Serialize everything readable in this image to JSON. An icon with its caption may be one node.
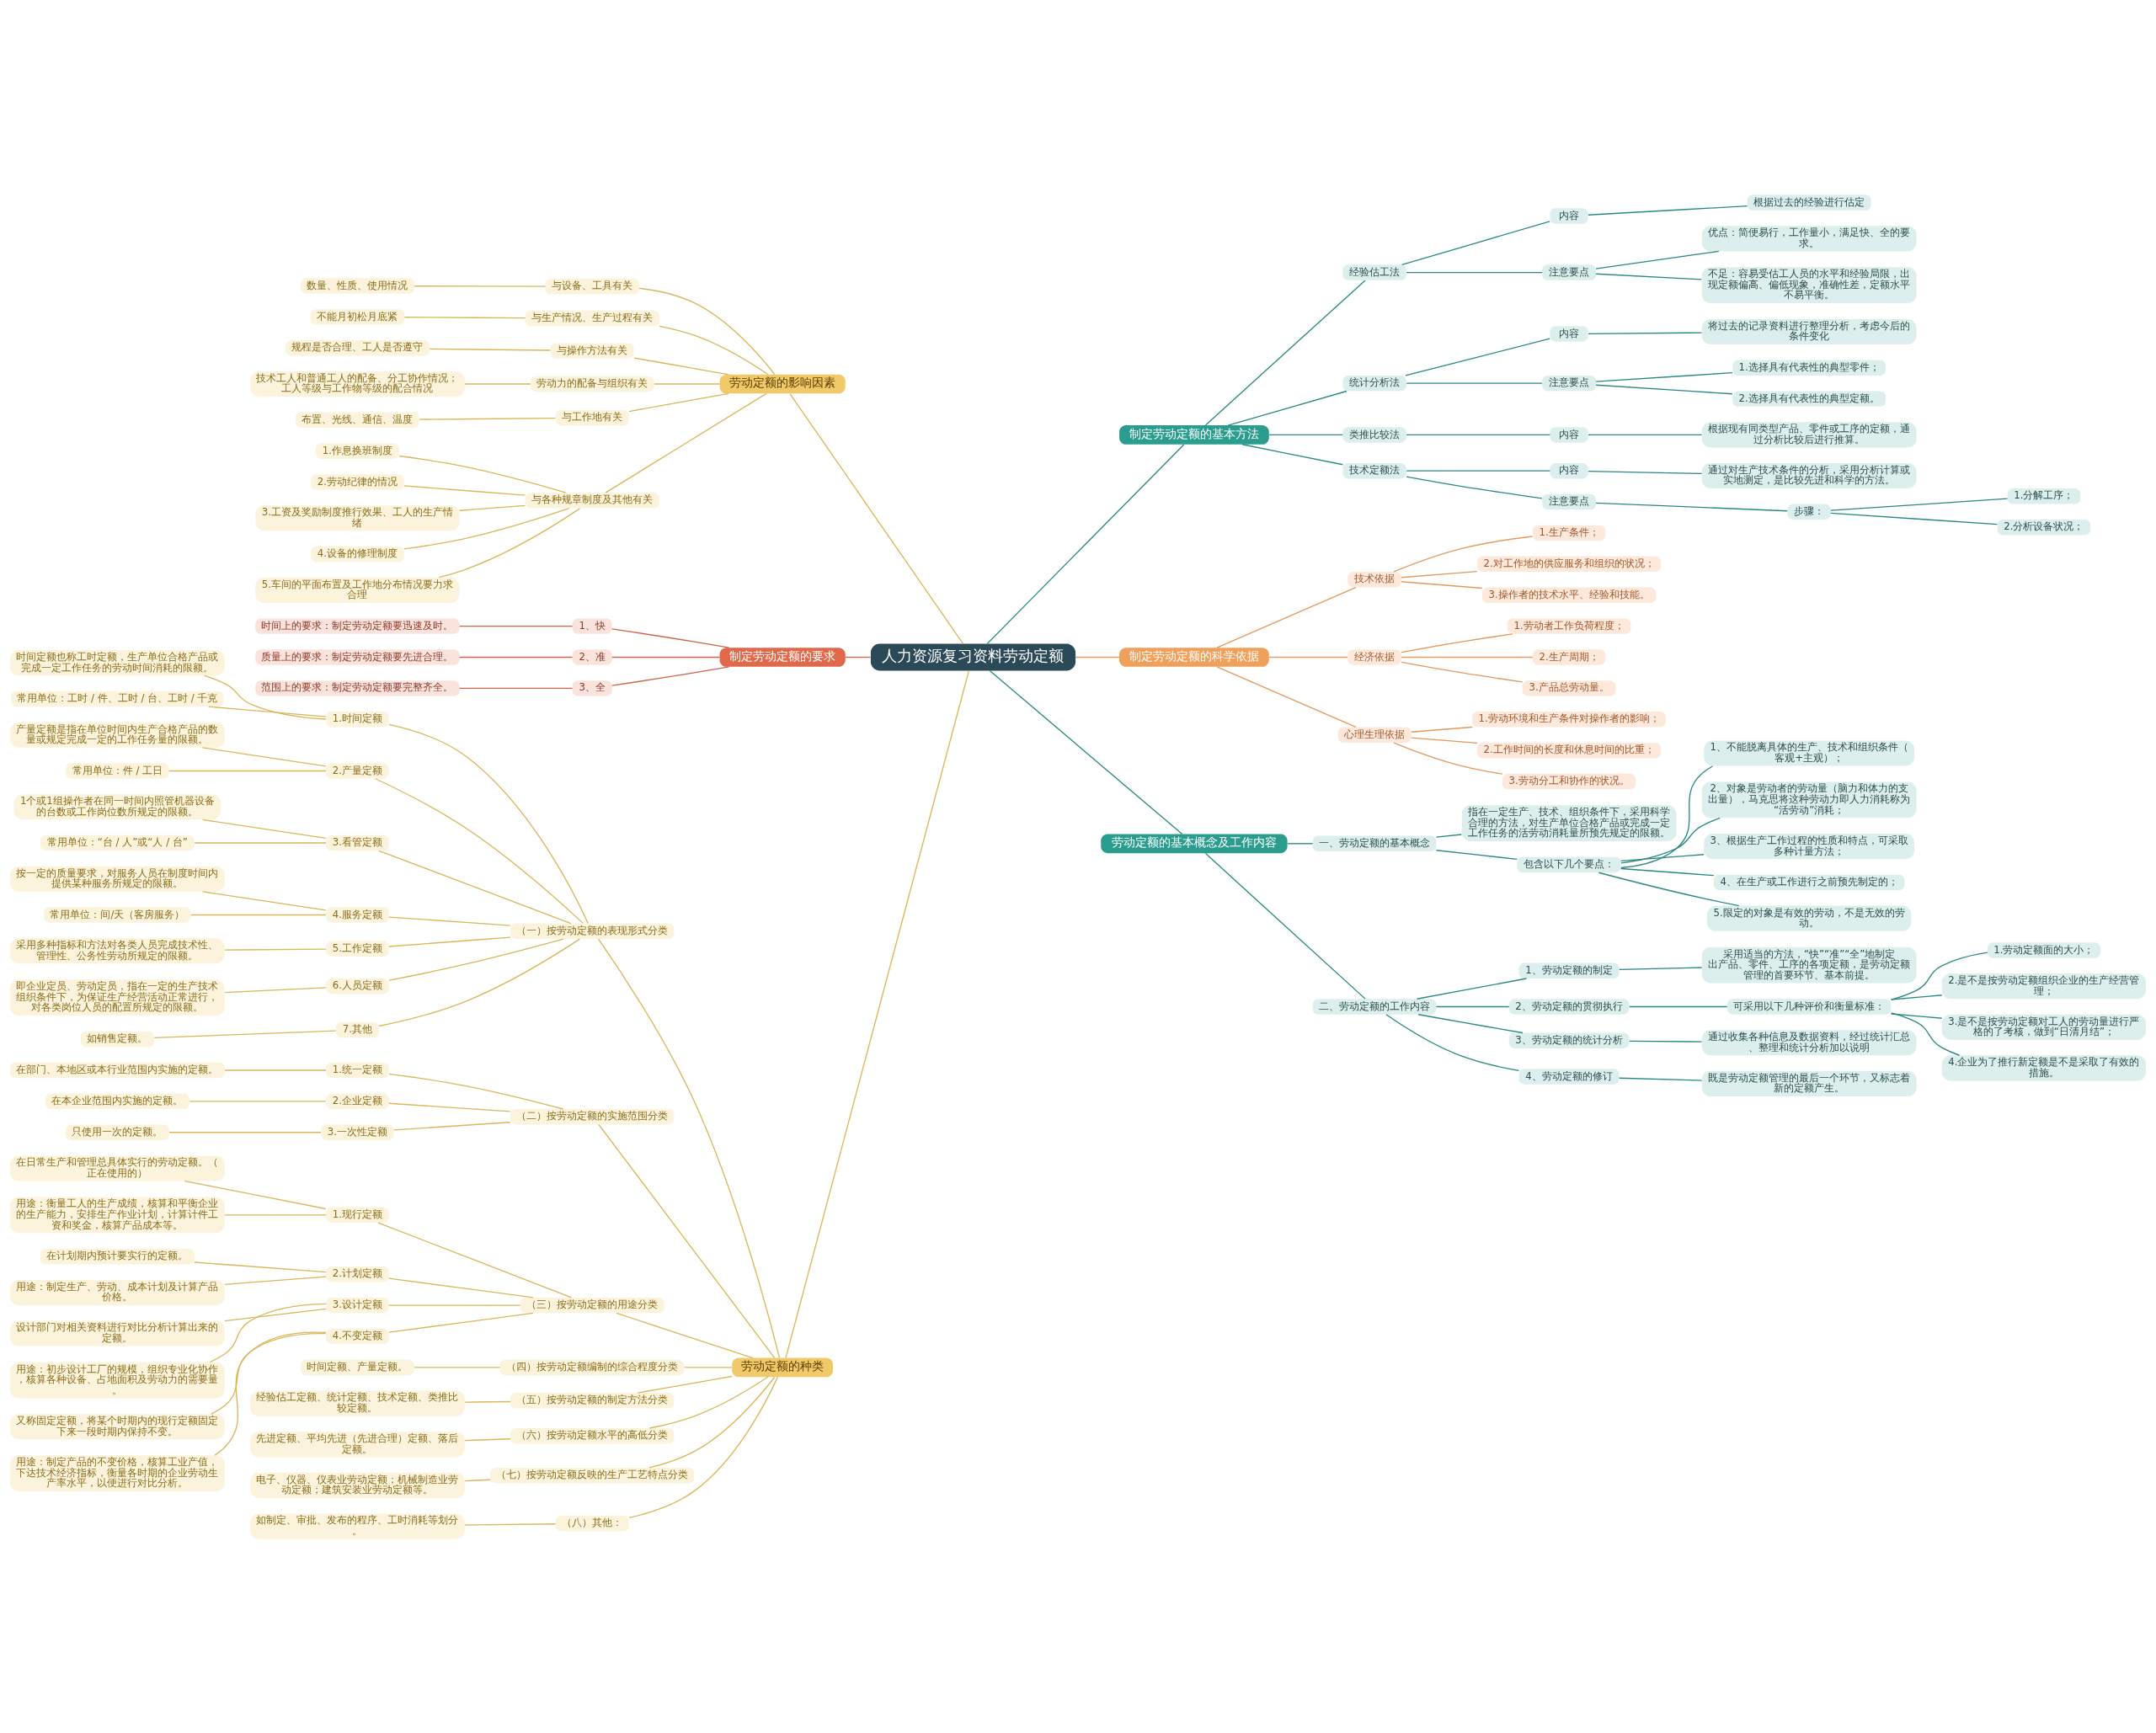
{
  "diagram": {
    "nodes": [
      {
        "text": [
          "人力资源复习资料劳动定额"
        ]
      },
      {
        "text": [
          "劳动定额的影响因素"
        ]
      },
      {
        "text": [
          "与设备、工具有关"
        ]
      },
      {
        "text": [
          "数量、性质、使用情况"
        ]
      },
      {
        "text": [
          "与生产情况、生产过程有关"
        ]
      },
      {
        "text": [
          "不能月初松月底紧"
        ]
      },
      {
        "text": [
          "与操作方法有关"
        ]
      },
      {
        "text": [
          "规程是否合理、工人是否遵守"
        ]
      },
      {
        "text": [
          "劳动力的配备与组织有关"
        ]
      },
      {
        "text": [
          "技术工人和普通工人的配备、分工协作情况；工人等级与工作物等级的配合情况"
        ]
      },
      {
        "text": [
          "与工作地有关"
        ]
      },
      {
        "text": [
          "布置、光线、通信、温度"
        ]
      },
      {
        "text": [
          "与各种规章制度及其他有关"
        ]
      },
      {
        "text": [
          "1.作息换班制度"
        ]
      },
      {
        "text": [
          "2.劳动纪律的情况"
        ]
      },
      {
        "text": [
          "3.工资及奖励制度推行效果、工人的生产情绪"
        ]
      },
      {
        "text": [
          "4.设备的修理制度"
        ]
      },
      {
        "text": [
          "5.车间的平面布置及工作地分布情况要力求合理"
        ]
      },
      {
        "text": [
          "制定劳动定额的要求"
        ]
      },
      {
        "text": [
          "1、快"
        ]
      },
      {
        "text": [
          "时间上的要求：制定劳动定额要迅速及时。"
        ]
      },
      {
        "text": [
          "2、准"
        ]
      },
      {
        "text": [
          "质量上的要求：制定劳动定额要先进合理。"
        ]
      },
      {
        "text": [
          "3、全"
        ]
      },
      {
        "text": [
          "范围上的要求：制定劳动定额要完整齐全。"
        ]
      },
      {
        "text": [
          "劳动定额的种类"
        ]
      },
      {
        "text": [
          "（一）按劳动定额的表现形式分类"
        ]
      },
      {
        "text": [
          "1.时间定额"
        ]
      },
      {
        "text": [
          "时间定额也称工时定额，生产单位合格产品或完成一定工作任务的劳动时间消耗的限额。"
        ]
      },
      {
        "text": [
          "常用单位：工时 / 件、工时 / 台、工时 / 千克"
        ]
      },
      {
        "text": [
          "2.产量定额"
        ]
      },
      {
        "text": [
          "产量定额是指在单位时间内生产合格产品的数量或规定完成一定的工作任务量的限额。"
        ]
      },
      {
        "text": [
          "常用单位：件 / 工日"
        ]
      },
      {
        "text": [
          "3.看管定额"
        ]
      },
      {
        "text": [
          "1个或1组操作者在同一时间内照管机器设备的台数或工作岗位数所规定的限额。"
        ]
      },
      {
        "text": [
          "常用单位：“台 / 人”或“人 / 台”"
        ]
      },
      {
        "text": [
          "4.服务定额"
        ]
      },
      {
        "text": [
          "按一定的质量要求，对服务人员在制度时间内提供某种服务所规定的限额。"
        ]
      },
      {
        "text": [
          "常用单位：间/天（客房服务）"
        ]
      },
      {
        "text": [
          "5.工作定额"
        ]
      },
      {
        "text": [
          "采用多种指标和方法对各类人员完成技术性、管理性、公务性劳动所规定的限额。"
        ]
      },
      {
        "text": [
          "6.人员定额"
        ]
      },
      {
        "text": [
          "即企业定员、劳动定员，指在一定的生产技术组织条件下，为保证生产经营活动正常进行，对各类岗位人员的配置所规定的限额。"
        ]
      },
      {
        "text": [
          "7.其他"
        ]
      },
      {
        "text": [
          "如销售定额。"
        ]
      },
      {
        "text": [
          "（二）按劳动定额的实施范围分类"
        ]
      },
      {
        "text": [
          "1.统一定额"
        ]
      },
      {
        "text": [
          "在部门、本地区或本行业范围内实施的定额。"
        ]
      },
      {
        "text": [
          "2.企业定额"
        ]
      },
      {
        "text": [
          "在本企业范围内实施的定额。"
        ]
      },
      {
        "text": [
          "3.一次性定额"
        ]
      },
      {
        "text": [
          "只使用一次的定额。"
        ]
      },
      {
        "text": [
          "（三）按劳动定额的用途分类"
        ]
      },
      {
        "text": [
          "1.现行定额"
        ]
      },
      {
        "text": [
          "在日常生产和管理总具体实行的劳动定额。（正在使用的）"
        ]
      },
      {
        "text": [
          "用途：衡量工人的生产成绩，核算和平衡企业的生产能力，安排生产作业计划，计算计件工资和奖金，核算产品成本等。"
        ]
      },
      {
        "text": [
          "2.计划定额"
        ]
      },
      {
        "text": [
          "在计划期内预计要实行的定额。"
        ]
      },
      {
        "text": [
          "用途：制定生产、劳动、成本计划及计算产品价格。"
        ]
      },
      {
        "text": [
          "3.设计定额"
        ]
      },
      {
        "text": [
          "设计部门对相关资料进行对比分析计算出来的定额。"
        ]
      },
      {
        "text": [
          "用途：初步设计工厂的规模，组织专业化协作，核算各种设备、占地面积及劳动力的需要量。"
        ]
      },
      {
        "text": [
          "4.不变定额"
        ]
      },
      {
        "text": [
          "又称固定定额，将某个时期内的现行定额固定下来一段时期内保持不变。"
        ]
      },
      {
        "text": [
          "用途：制定产品的不变价格，核算工业产值，下达技术经济指标，衡量各时期的企业劳动生产率水平，以便进行对比分析。"
        ]
      },
      {
        "text": [
          "（四）按劳动定额编制的综合程度分类"
        ]
      },
      {
        "text": [
          "时间定额、产量定额。"
        ]
      },
      {
        "text": [
          "（五）按劳动定额的制定方法分类"
        ]
      },
      {
        "text": [
          "经验估工定额、统计定额、技术定额、类推比较定额。"
        ]
      },
      {
        "text": [
          "（六）按劳动定额水平的高低分类"
        ]
      },
      {
        "text": [
          "先进定额、平均先进（先进合理）定额、落后定额。"
        ]
      },
      {
        "text": [
          "（七）按劳动定额反映的生产工艺特点分类"
        ]
      },
      {
        "text": [
          "电子、仪器、仪表业劳动定额；机械制造业劳动定额；建筑安装业劳动定额等。"
        ]
      },
      {
        "text": [
          "（八）其他："
        ]
      },
      {
        "text": [
          "如制定、审批、发布的程序、工时消耗等划分。"
        ]
      },
      {
        "text": [
          "制定劳动定额的基本方法"
        ]
      },
      {
        "text": [
          "经验估工法"
        ]
      },
      {
        "text": [
          "内容"
        ]
      },
      {
        "text": [
          "根据过去的经验进行估定"
        ]
      },
      {
        "text": [
          "注意要点"
        ]
      },
      {
        "text": [
          "优点：简便易行，工作量小，满足快、全的要求。"
        ]
      },
      {
        "text": [
          "不足：容易受估工人员的水平和经验局限，出现定额偏高、偏低现象，准确性差，定额水平不易平衡。"
        ]
      },
      {
        "text": [
          "统计分析法"
        ]
      },
      {
        "text": [
          "内容"
        ]
      },
      {
        "text": [
          "将过去的记录资料进行整理分析，考虑今后的条件变化"
        ]
      },
      {
        "text": [
          "注意要点"
        ]
      },
      {
        "text": [
          "1.选择具有代表性的典型零件；"
        ]
      },
      {
        "text": [
          "2.选择具有代表性的典型定额。"
        ]
      },
      {
        "text": [
          "类推比较法"
        ]
      },
      {
        "text": [
          "内容"
        ]
      },
      {
        "text": [
          "根据现有同类型产品、零件或工序的定额，通过分析比较后进行推算。"
        ]
      },
      {
        "text": [
          "技术定额法"
        ]
      },
      {
        "text": [
          "内容"
        ]
      },
      {
        "text": [
          "通过对生产技术条件的分析，采用分析计算或实地测定，是比较先进和科学的方法。"
        ]
      },
      {
        "text": [
          "注意要点"
        ]
      },
      {
        "text": [
          "步骤："
        ]
      },
      {
        "text": [
          "1.分解工序；"
        ]
      },
      {
        "text": [
          "2.分析设备状况；"
        ]
      },
      {
        "text": [
          "制定劳动定额的科学依据"
        ]
      },
      {
        "text": [
          "技术依据"
        ]
      },
      {
        "text": [
          "1.生产条件；"
        ]
      },
      {
        "text": [
          "2.对工作地的供应服务和组织的状况；"
        ]
      },
      {
        "text": [
          "3.操作者的技术水平、经验和技能。"
        ]
      },
      {
        "text": [
          "经济依据"
        ]
      },
      {
        "text": [
          "1.劳动者工作负荷程度；"
        ]
      },
      {
        "text": [
          "2.生产周期；"
        ]
      },
      {
        "text": [
          "3.产品总劳动量。"
        ]
      },
      {
        "text": [
          "心理生理依据"
        ]
      },
      {
        "text": [
          "1.劳动环境和生产条件对操作者的影响；"
        ]
      },
      {
        "text": [
          "2.工作时间的长度和休息时间的比重；"
        ]
      },
      {
        "text": [
          "3.劳动分工和协作的状况。"
        ]
      },
      {
        "text": [
          "劳动定额的基本概念及工作内容"
        ]
      },
      {
        "text": [
          "一、劳动定额的基本概念"
        ]
      },
      {
        "text": [
          "指在一定生产、技术、组织条件下，采用科学合理的方法，对生产单位合格产品或完成一定工作任务的活劳动消耗量所预先规定的限额。"
        ]
      },
      {
        "text": [
          "包含以下几个要点："
        ]
      },
      {
        "text": [
          "1、不能脱离具体的生产、技术和组织条件（客观+主观）；"
        ]
      },
      {
        "text": [
          "2、对象是劳动者的劳动量（脑力和体力的支出量），马克思将这种劳动力即人力消耗称为“活劳动”消耗；"
        ]
      },
      {
        "text": [
          "3、根据生产工作过程的性质和特点，可采取多种计量方法；"
        ]
      },
      {
        "text": [
          "4、在生产或工作进行之前预先制定的；"
        ]
      },
      {
        "text": [
          "5.限定的对象是有效的劳动，不是无效的劳动。"
        ]
      },
      {
        "text": [
          "二、劳动定额的工作内容"
        ]
      },
      {
        "text": [
          "1、劳动定额的制定"
        ]
      },
      {
        "text": [
          "采用适当的方法，“快”“准”“全”地制定出产品、零件、工序的各项定额，是劳动定额管理的首要环节、基本前提。"
        ]
      },
      {
        "text": [
          "2、劳动定额的贯彻执行"
        ]
      },
      {
        "text": [
          "可采用以下几种评价和衡量标准："
        ]
      },
      {
        "text": [
          "1.劳动定额面的大小；"
        ]
      },
      {
        "text": [
          "2.是不是按劳动定额组织企业的生产经营管理；"
        ]
      },
      {
        "text": [
          "3.是不是按劳动定额对工人的劳动量进行严格的了考核，做到“日清月结”；"
        ]
      },
      {
        "text": [
          "4.企业为了推行新定额是不是采取了有效的措施。"
        ]
      },
      {
        "text": [
          "3、劳动定额的统计分析"
        ]
      },
      {
        "text": [
          "通过收集各种信息及数据资料，经过统计汇总、整理和统计分析加以说明"
        ]
      },
      {
        "text": [
          "4、劳动定额的修订"
        ]
      },
      {
        "text": [
          "既是劳动定额管理的最后一个环节，又标志着新的定额产生。"
        ]
      }
    ],
    "edges": [
      {
        "from": 0,
        "to": 1,
        "arrow": "none"
      },
      {
        "from": 1,
        "to": 2,
        "arrow": "none"
      },
      {
        "from": 2,
        "to": 3,
        "arrow": "none"
      },
      {
        "from": 1,
        "to": 4,
        "arrow": "none"
      },
      {
        "from": 4,
        "to": 5,
        "arrow": "none"
      },
      {
        "from": 1,
        "to": 6,
        "arrow": "none"
      },
      {
        "from": 6,
        "to": 7,
        "arrow": "none"
      },
      {
        "from": 1,
        "to": 8,
        "arrow": "none"
      },
      {
        "from": 8,
        "to": 9,
        "arrow": "none"
      },
      {
        "from": 1,
        "to": 10,
        "arrow": "none"
      },
      {
        "from": 10,
        "to": 11,
        "arrow": "none"
      },
      {
        "from": 1,
        "to": 12,
        "arrow": "none"
      },
      {
        "from": 12,
        "to": 13,
        "arrow": "none"
      },
      {
        "from": 12,
        "to": 14,
        "arrow": "none"
      },
      {
        "from": 12,
        "to": 15,
        "arrow": "none"
      },
      {
        "from": 12,
        "to": 16,
        "arrow": "none"
      },
      {
        "from": 12,
        "to": 17,
        "arrow": "none"
      },
      {
        "from": 0,
        "to": 18,
        "arrow": "none",
        "color": "#d0644a"
      },
      {
        "from": 18,
        "to": 19,
        "arrow": "none",
        "color": "#d0644a"
      },
      {
        "from": 19,
        "to": 20,
        "arrow": "none",
        "color": "#d0644a"
      },
      {
        "from": 18,
        "to": 21,
        "arrow": "none",
        "color": "#d0644a"
      },
      {
        "from": 21,
        "to": 22,
        "arrow": "none",
        "color": "#d0644a"
      },
      {
        "from": 18,
        "to": 23,
        "arrow": "none",
        "color": "#d0644a"
      },
      {
        "from": 23,
        "to": 24,
        "arrow": "none",
        "color": "#d0644a"
      },
      {
        "from": 0,
        "to": 25,
        "arrow": "none"
      },
      {
        "from": 25,
        "to": 26,
        "arrow": "none"
      },
      {
        "from": 26,
        "to": 27,
        "arrow": "none"
      },
      {
        "from": 27,
        "to": 28,
        "arrow": "none"
      },
      {
        "from": 27,
        "to": 29,
        "arrow": "none"
      },
      {
        "from": 26,
        "to": 30,
        "arrow": "none"
      },
      {
        "from": 30,
        "to": 31,
        "arrow": "none"
      },
      {
        "from": 30,
        "to": 32,
        "arrow": "none"
      },
      {
        "from": 26,
        "to": 33,
        "arrow": "none"
      },
      {
        "from": 33,
        "to": 34,
        "arrow": "none"
      },
      {
        "from": 33,
        "to": 35,
        "arrow": "none"
      },
      {
        "from": 26,
        "to": 36,
        "arrow": "none"
      },
      {
        "from": 36,
        "to": 37,
        "arrow": "none"
      },
      {
        "from": 36,
        "to": 38,
        "arrow": "none"
      },
      {
        "from": 26,
        "to": 39,
        "arrow": "none"
      },
      {
        "from": 39,
        "to": 40,
        "arrow": "none"
      },
      {
        "from": 26,
        "to": 41,
        "arrow": "none"
      },
      {
        "from": 41,
        "to": 42,
        "arrow": "none"
      },
      {
        "from": 26,
        "to": 43,
        "arrow": "none"
      },
      {
        "from": 43,
        "to": 44,
        "arrow": "none"
      },
      {
        "from": 25,
        "to": 45,
        "arrow": "none"
      },
      {
        "from": 45,
        "to": 46,
        "arrow": "none"
      },
      {
        "from": 46,
        "to": 47,
        "arrow": "none"
      },
      {
        "from": 45,
        "to": 48,
        "arrow": "none"
      },
      {
        "from": 48,
        "to": 49,
        "arrow": "none"
      },
      {
        "from": 45,
        "to": 50,
        "arrow": "none"
      },
      {
        "from": 50,
        "to": 51,
        "arrow": "none"
      },
      {
        "from": 25,
        "to": 52,
        "arrow": "none"
      },
      {
        "from": 52,
        "to": 53,
        "arrow": "none"
      },
      {
        "from": 53,
        "to": 54,
        "arrow": "none"
      },
      {
        "from": 53,
        "to": 55,
        "arrow": "none"
      },
      {
        "from": 52,
        "to": 56,
        "arrow": "none"
      },
      {
        "from": 56,
        "to": 57,
        "arrow": "none"
      },
      {
        "from": 56,
        "to": 58,
        "arrow": "none"
      },
      {
        "from": 52,
        "to": 59,
        "arrow": "none"
      },
      {
        "from": 59,
        "to": 60,
        "arrow": "none"
      },
      {
        "from": 59,
        "to": 61,
        "arrow": "none"
      },
      {
        "from": 52,
        "to": 62,
        "arrow": "none"
      },
      {
        "from": 62,
        "to": 63,
        "arrow": "none"
      },
      {
        "from": 62,
        "to": 64,
        "arrow": "none"
      },
      {
        "from": 25,
        "to": 65,
        "arrow": "none"
      },
      {
        "from": 65,
        "to": 66,
        "arrow": "none"
      },
      {
        "from": 25,
        "to": 67,
        "arrow": "none"
      },
      {
        "from": 67,
        "to": 68,
        "arrow": "none"
      },
      {
        "from": 25,
        "to": 69,
        "arrow": "none"
      },
      {
        "from": 69,
        "to": 70,
        "arrow": "none"
      },
      {
        "from": 25,
        "to": 71,
        "arrow": "none"
      },
      {
        "from": 71,
        "to": 72,
        "arrow": "none"
      },
      {
        "from": 25,
        "to": 73,
        "arrow": "none"
      },
      {
        "from": 73,
        "to": 74,
        "arrow": "none"
      },
      {
        "from": 0,
        "to": 75,
        "arrow": "none",
        "color": "#2a8a80"
      },
      {
        "from": 75,
        "to": 76,
        "arrow": "none",
        "color": "#2a8a80"
      },
      {
        "from": 76,
        "to": 77,
        "arrow": "none",
        "color": "#2a8a80"
      },
      {
        "from": 77,
        "to": 78,
        "arrow": "none",
        "color": "#2a8a80"
      },
      {
        "from": 76,
        "to": 79,
        "arrow": "none",
        "color": "#2a8a80"
      },
      {
        "from": 79,
        "to": 80,
        "arrow": "none",
        "color": "#2a8a80"
      },
      {
        "from": 79,
        "to": 81,
        "arrow": "none",
        "color": "#2a8a80"
      },
      {
        "from": 75,
        "to": 82,
        "arrow": "none",
        "color": "#2a8a80"
      },
      {
        "from": 82,
        "to": 83,
        "arrow": "none",
        "color": "#2a8a80"
      },
      {
        "from": 83,
        "to": 84,
        "arrow": "none",
        "color": "#2a8a80"
      },
      {
        "from": 82,
        "to": 85,
        "arrow": "none",
        "color": "#2a8a80"
      },
      {
        "from": 85,
        "to": 86,
        "arrow": "none",
        "color": "#2a8a80"
      },
      {
        "from": 85,
        "to": 87,
        "arrow": "none",
        "color": "#2a8a80"
      },
      {
        "from": 75,
        "to": 88,
        "arrow": "none",
        "color": "#2a8a80"
      },
      {
        "from": 88,
        "to": 89,
        "arrow": "none",
        "color": "#2a8a80"
      },
      {
        "from": 89,
        "to": 90,
        "arrow": "none",
        "color": "#2a8a80"
      },
      {
        "from": 75,
        "to": 91,
        "arrow": "none",
        "color": "#2a8a80"
      },
      {
        "from": 91,
        "to": 92,
        "arrow": "none",
        "color": "#2a8a80"
      },
      {
        "from": 92,
        "to": 93,
        "arrow": "none",
        "color": "#2a8a80"
      },
      {
        "from": 91,
        "to": 94,
        "arrow": "none",
        "color": "#2a8a80"
      },
      {
        "from": 94,
        "to": 95,
        "arrow": "none",
        "color": "#2a8a80"
      },
      {
        "from": 95,
        "to": 96,
        "arrow": "none",
        "color": "#2a8a80"
      },
      {
        "from": 95,
        "to": 97,
        "arrow": "none",
        "color": "#2a8a80"
      },
      {
        "from": 0,
        "to": 98,
        "arrow": "none",
        "color": "#e39a5e"
      },
      {
        "from": 98,
        "to": 99,
        "arrow": "none",
        "color": "#e39a5e"
      },
      {
        "from": 99,
        "to": 100,
        "arrow": "none",
        "color": "#e39a5e"
      },
      {
        "from": 99,
        "to": 101,
        "arrow": "none",
        "color": "#e39a5e"
      },
      {
        "from": 99,
        "to": 102,
        "arrow": "none",
        "color": "#e39a5e"
      },
      {
        "from": 98,
        "to": 103,
        "arrow": "none",
        "color": "#e39a5e"
      },
      {
        "from": 103,
        "to": 104,
        "arrow": "none",
        "color": "#e39a5e"
      },
      {
        "from": 103,
        "to": 105,
        "arrow": "none",
        "color": "#e39a5e"
      },
      {
        "from": 103,
        "to": 106,
        "arrow": "none",
        "color": "#e39a5e"
      },
      {
        "from": 98,
        "to": 107,
        "arrow": "none",
        "color": "#e39a5e"
      },
      {
        "from": 107,
        "to": 108,
        "arrow": "none",
        "color": "#e39a5e"
      },
      {
        "from": 107,
        "to": 109,
        "arrow": "none",
        "color": "#e39a5e"
      },
      {
        "from": 107,
        "to": 110,
        "arrow": "none",
        "color": "#e39a5e"
      },
      {
        "from": 0,
        "to": 111,
        "arrow": "none",
        "color": "#2a8a80"
      },
      {
        "from": 111,
        "to": 112,
        "arrow": "none",
        "color": "#2a8a80"
      },
      {
        "from": 112,
        "to": 113,
        "arrow": "none",
        "color": "#2a8a80"
      },
      {
        "from": 112,
        "to": 114,
        "arrow": "none",
        "color": "#2a8a80"
      },
      {
        "from": 114,
        "to": 115,
        "arrow": "none",
        "color": "#2a8a80"
      },
      {
        "from": 114,
        "to": 116,
        "arrow": "none",
        "color": "#2a8a80"
      },
      {
        "from": 114,
        "to": 117,
        "arrow": "none",
        "color": "#2a8a80"
      },
      {
        "from": 114,
        "to": 118,
        "arrow": "none",
        "color": "#2a8a80"
      },
      {
        "from": 114,
        "to": 119,
        "arrow": "none",
        "color": "#2a8a80"
      },
      {
        "from": 111,
        "to": 120,
        "arrow": "none",
        "color": "#2a8a80"
      },
      {
        "from": 120,
        "to": 121,
        "arrow": "none",
        "color": "#2a8a80"
      },
      {
        "from": 121,
        "to": 122,
        "arrow": "none",
        "color": "#2a8a80"
      },
      {
        "from": 120,
        "to": 123,
        "arrow": "none",
        "color": "#2a8a80"
      },
      {
        "from": 123,
        "to": 124,
        "arrow": "none",
        "color": "#2a8a80"
      },
      {
        "from": 124,
        "to": 125,
        "arrow": "none",
        "color": "#2a8a80"
      },
      {
        "from": 124,
        "to": 126,
        "arrow": "none",
        "color": "#2a8a80"
      },
      {
        "from": 124,
        "to": 127,
        "arrow": "none",
        "color": "#2a8a80"
      },
      {
        "from": 124,
        "to": 128,
        "arrow": "none",
        "color": "#2a8a80"
      },
      {
        "from": 120,
        "to": 129,
        "arrow": "none",
        "color": "#2a8a80"
      },
      {
        "from": 129,
        "to": 130,
        "arrow": "none",
        "color": "#2a8a80"
      },
      {
        "from": 120,
        "to": 131,
        "arrow": "none",
        "color": "#2a8a80"
      },
      {
        "from": 131,
        "to": 132,
        "arrow": "none",
        "color": "#2a8a80"
      }
    ]
  }
}
